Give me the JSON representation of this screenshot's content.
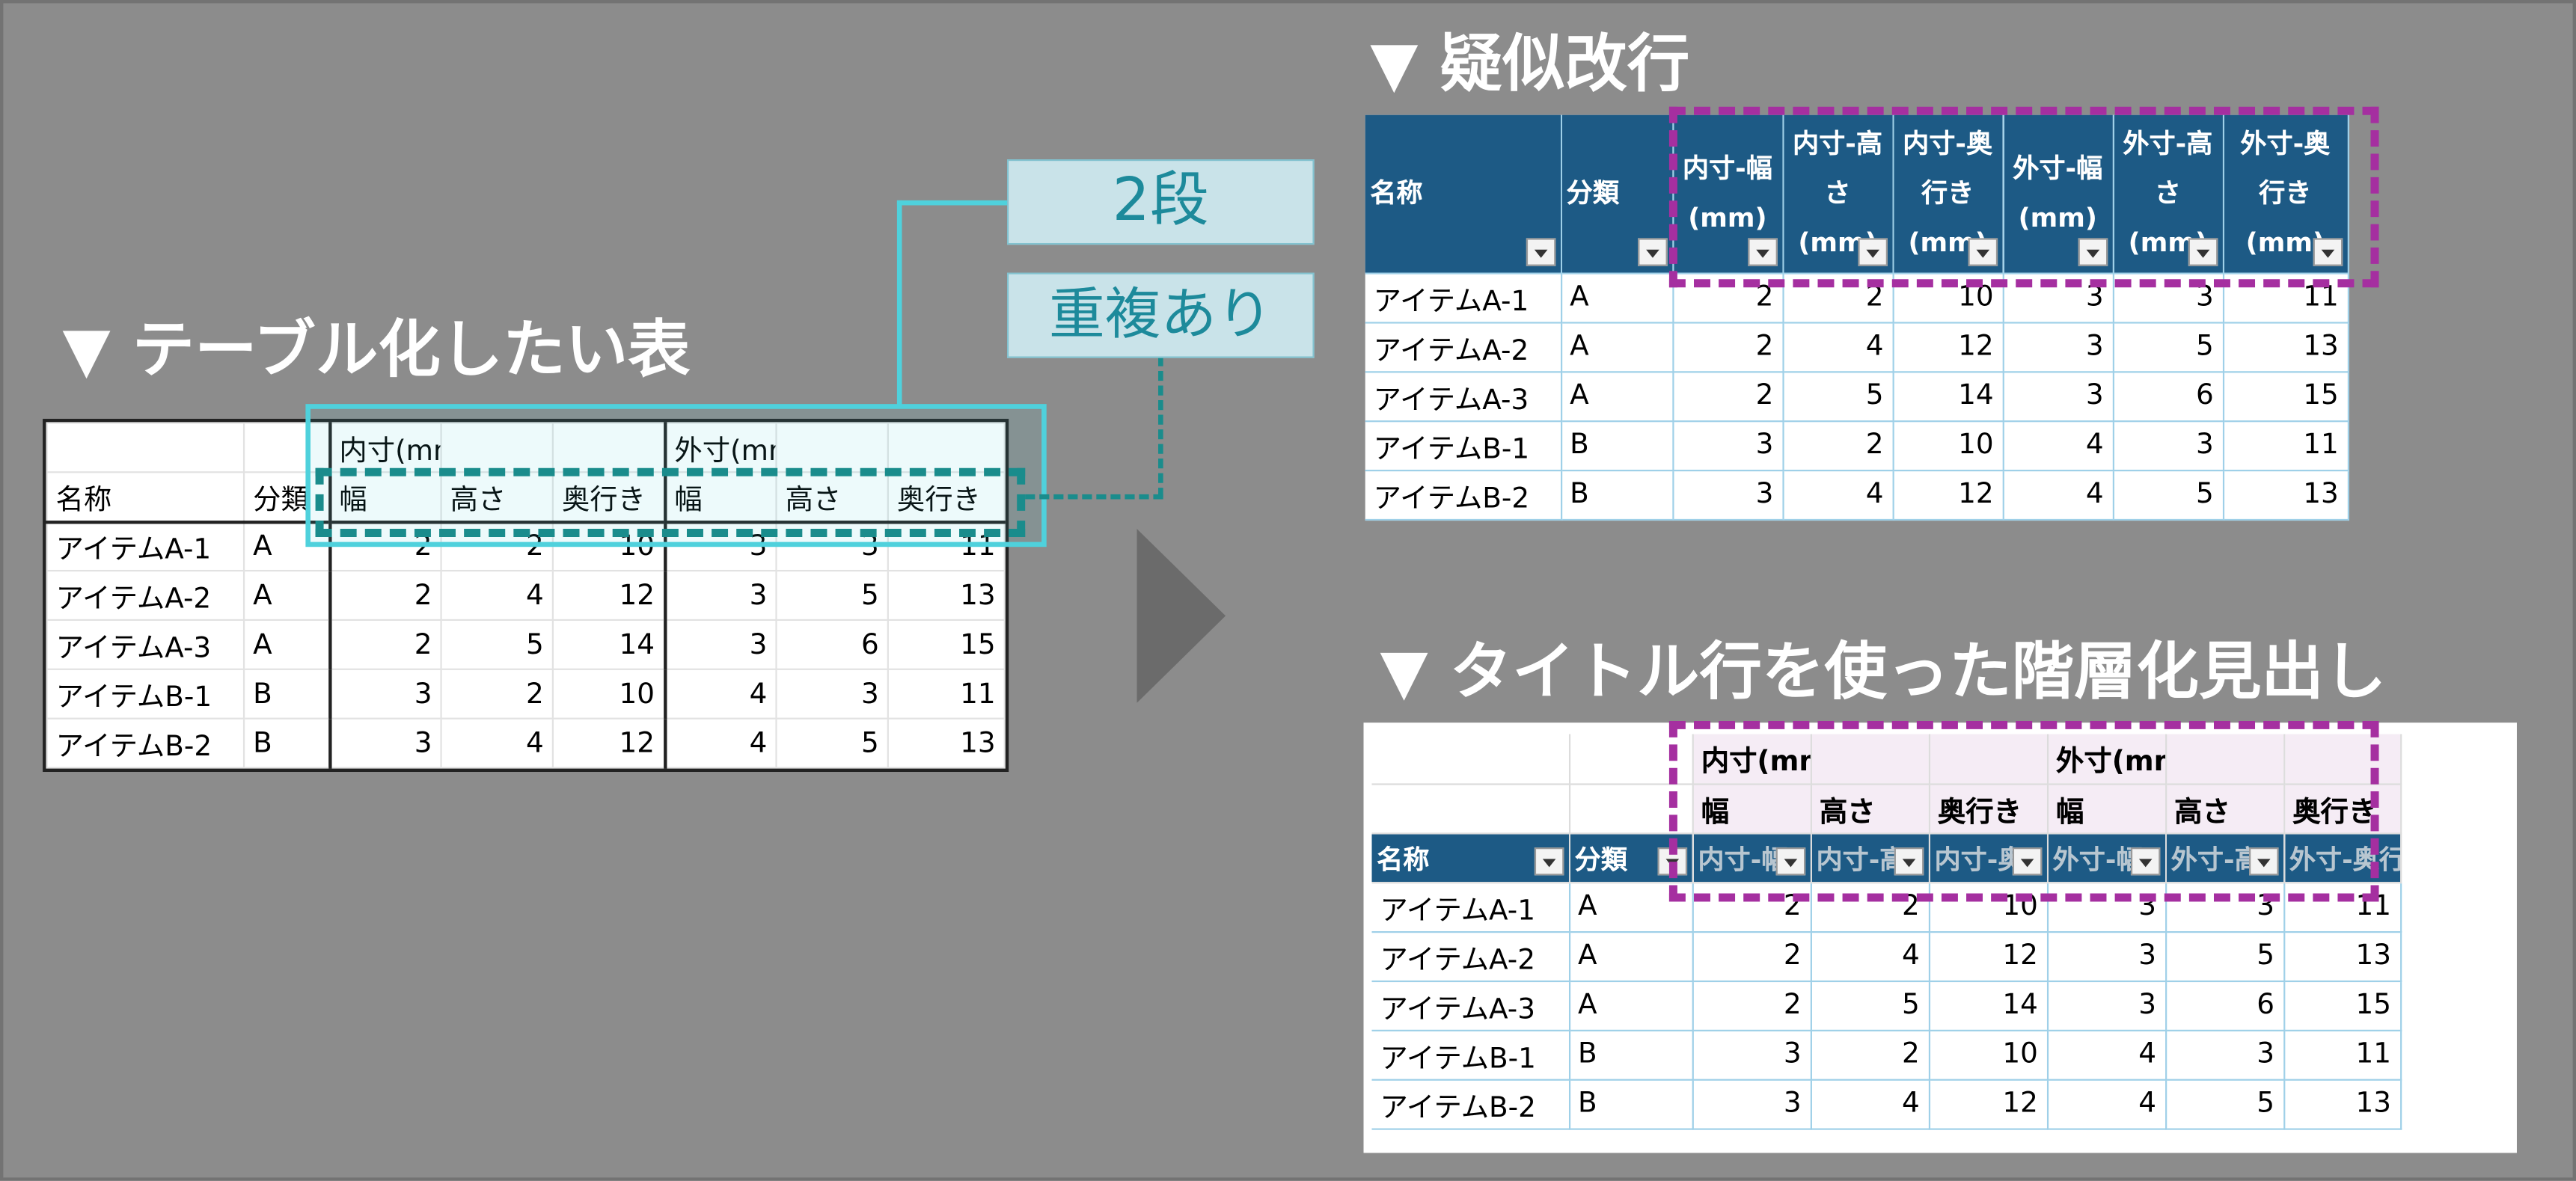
{
  "headings": {
    "source": "▼ テーブル化したい表",
    "pseudo": "▼ 疑似改行",
    "hier": "▼ タイトル行を使った階層化見出し"
  },
  "callouts": {
    "two_tier": "2段",
    "duplicate": "重複あり"
  },
  "source_table": {
    "group_row": [
      "",
      "",
      "内寸(mm)",
      "",
      "",
      "外寸(mm)",
      "",
      ""
    ],
    "header_row": [
      "名称",
      "分類",
      "幅",
      "高さ",
      "奥行き",
      "幅",
      "高さ",
      "奥行き"
    ]
  },
  "pseudo_table": {
    "headers": [
      "名称",
      "分類",
      "内寸-幅(mm)",
      "内寸-高さ(mm)",
      "内寸-奥行き(mm)",
      "外寸-幅(mm)",
      "外寸-高さ(mm)",
      "外寸-奥行き(mm)"
    ]
  },
  "hier_table": {
    "group_row": [
      "",
      "",
      "内寸(mm)",
      "",
      "",
      "外寸(mm)",
      "",
      ""
    ],
    "sub_row": [
      "",
      "",
      "幅",
      "高さ",
      "奥行き",
      "幅",
      "高さ",
      "奥行き"
    ],
    "header_row": [
      "名称",
      "分類",
      "内寸-幅",
      "内寸-高",
      "内寸-奥",
      "外寸-幅",
      "外寸-高",
      "外寸-奥行き(mm)"
    ]
  },
  "rows": [
    [
      "アイテムA-1",
      "A",
      "2",
      "2",
      "10",
      "3",
      "3",
      "11"
    ],
    [
      "アイテムA-2",
      "A",
      "2",
      "4",
      "12",
      "3",
      "5",
      "13"
    ],
    [
      "アイテムA-3",
      "A",
      "2",
      "5",
      "14",
      "3",
      "6",
      "15"
    ],
    [
      "アイテムB-1",
      "B",
      "3",
      "2",
      "10",
      "4",
      "3",
      "11"
    ],
    [
      "アイテムB-2",
      "B",
      "3",
      "4",
      "12",
      "4",
      "5",
      "13"
    ]
  ],
  "colors": {
    "table_header": "#1d5a85",
    "highlight_teal": "#4fd1dc",
    "highlight_magenta": "#a52fa0",
    "callout_bg": "#c9e3e9"
  }
}
